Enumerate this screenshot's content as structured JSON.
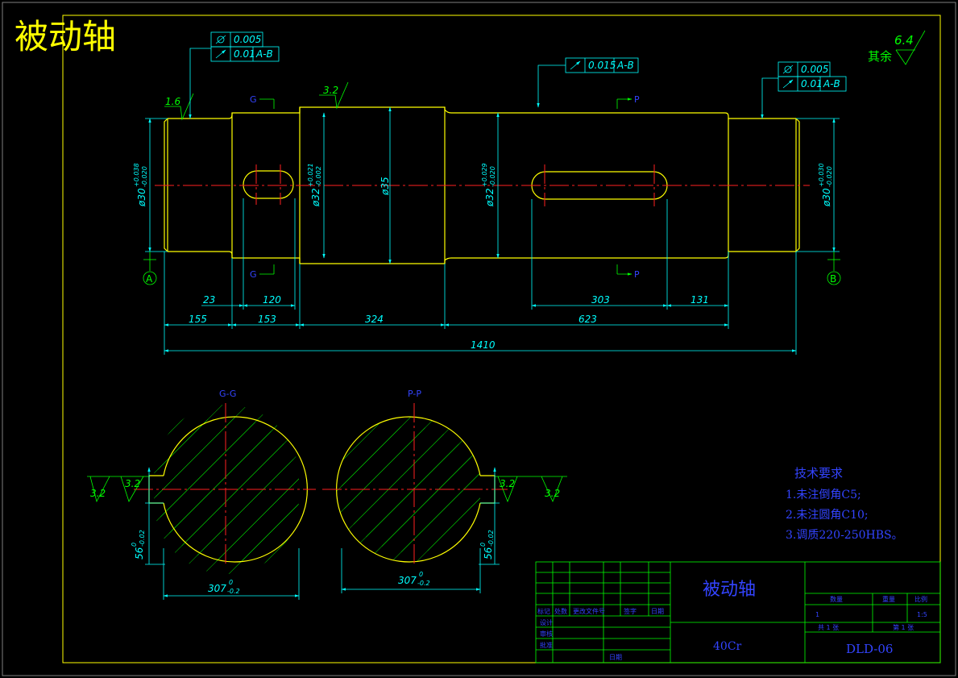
{
  "title": "被动轴",
  "roughness": {
    "other_label": "其余",
    "other_value": "6.4",
    "r_left_end": "1.6",
    "r_keyway": "3.2",
    "r_sec_left_outer": "3.2",
    "r_sec_left_inner": "3.2",
    "r_sec_right_inner": "3.2",
    "r_sec_right_outer": "3.2"
  },
  "tolerance_frames": {
    "left": {
      "row1_value": "0.005",
      "row2_value": "0.01",
      "row2_datum": "A-B"
    },
    "middle": {
      "value": "0.015",
      "datum": "A-B"
    },
    "right": {
      "row1_value": "0.005",
      "row2_value": "0.01",
      "row2_datum": "A-B"
    }
  },
  "datums": {
    "left": "A",
    "right": "B"
  },
  "section_marks": {
    "g": "G",
    "p": "P"
  },
  "diameters": {
    "d1": "ø30",
    "d1_up": "+0.038",
    "d1_low": "-0.020",
    "d2": "ø32",
    "d2_up": "+0.021",
    "d2_low": "-0.002",
    "d3": "ø35",
    "d4": "ø32",
    "d4_up": "+0.029",
    "d4_low": "-0.020",
    "d5": "ø30",
    "d5_up": "+0.030",
    "d5_low": "-0.020"
  },
  "lengths": {
    "l23": "23",
    "l120": "120",
    "l303": "303",
    "l131": "131",
    "l155": "155",
    "l153": "153",
    "l324": "324",
    "l623": "623",
    "total": "1410"
  },
  "sections": {
    "gg_title": "G-G",
    "pp_title": "P-P",
    "gg_depth": "56",
    "gg_depth_tol_up": "0",
    "gg_depth_tol_low": "-0.02",
    "gg_width": "307",
    "gg_width_tol_up": "0",
    "gg_width_tol_low": "-0.2",
    "pp_depth": "56",
    "pp_depth_tol_up": "0",
    "pp_depth_tol_low": "-0.02",
    "pp_width": "307",
    "pp_width_tol_up": "0",
    "pp_width_tol_low": "-0.2"
  },
  "tech_requirements": {
    "heading": "技术要求",
    "items": [
      "1.未注倒角C5;",
      "2.未注圆角C10;",
      "3.调质220-250HBS。"
    ]
  },
  "title_block": {
    "part_name": "被动轴",
    "material": "40Cr",
    "drawing_no": "DLD-06",
    "col_quantity": "数量",
    "col_weight": "重量",
    "col_scale": "比例",
    "quantity": "1",
    "scale": "1:5",
    "sheets_total": "共 1 张",
    "sheet_no": "第 1 张",
    "rev_mark": "标记",
    "rev_count": "处数",
    "rev_doc": "更改文件号",
    "rev_sign": "签字",
    "rev_date": "日期",
    "role_design": "设计",
    "role_check": "审核",
    "role_approve": "批准",
    "date_label": "日期"
  }
}
